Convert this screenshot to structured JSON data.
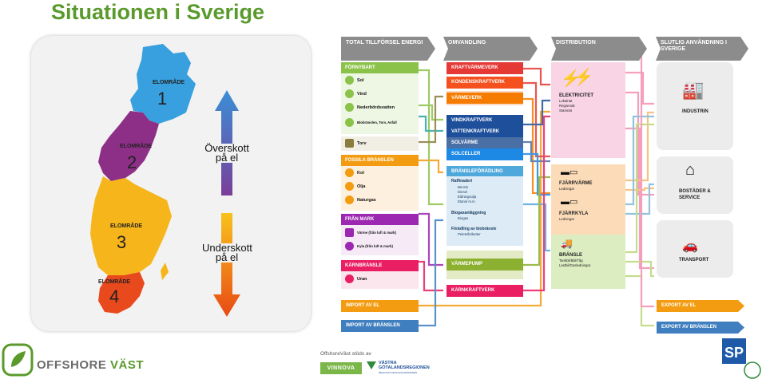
{
  "title": "Situationen i Sverige",
  "map": {
    "zones": [
      {
        "label": "ELOMRÅDE",
        "number": "1",
        "color": "#38a0de"
      },
      {
        "label": "ELOMRÅDE",
        "number": "2",
        "color": "#8e2f87"
      },
      {
        "label": "ELOMRÅDE",
        "number": "3",
        "color": "#f6b51a"
      },
      {
        "label": "ELOMRÅDE",
        "number": "4",
        "color": "#e8491d"
      }
    ],
    "surplus_label": "Överskott på el",
    "deficit_label": "Underskott på el"
  },
  "flow": {
    "headers": [
      "TOTAL TILLFÖRSEL ENERGI",
      "OMVANDLING",
      "DISTRIBUTION",
      "SLUTLIG ANVÄNDNING I SVERIGE"
    ],
    "fornybart": {
      "label": "FÖRNYBART",
      "items": [
        "Sol",
        "Vind",
        "Nederbördsvatten",
        "Biobränslen, Torv, Avfall"
      ]
    },
    "torv": "Torv",
    "fossila": {
      "label": "FOSSILA BRÄNSLEN",
      "items": [
        "Kol",
        "Olja",
        "Naturgas"
      ]
    },
    "fran_mark": {
      "label": "FRÅN MARK",
      "items": [
        "Värme (från luft & mark)",
        "Kyla (från luft & mark)"
      ]
    },
    "karnbransle": {
      "label": "KÄRNBRÄNSLE",
      "items": [
        "Uran"
      ]
    },
    "import_el": "IMPORT AV EL",
    "import_bransle": "IMPORT AV BRÄNSLEN",
    "omvandling": {
      "kraftvarme": "KRAFTVÄRMEVERK",
      "kondens": "KONDENSKRAFTVERK",
      "varmeverk": "VÄRMEVERK",
      "vindkraft": "VINDKRAFTVERK",
      "vattenkraft": "VATTENKRAFTVERK",
      "solvarme": "SOLVÄRME",
      "solceller": "SOLCELLER",
      "bransleforadling": "BRÄNSLEFÖRÄDLING",
      "raffinaderi": "Raffinaderi",
      "raffinaderi_items": [
        "Bensin",
        "Diesel",
        "Eldningsolja",
        "Etanol m.m"
      ],
      "biogas": "Biogasanläggning",
      "biogas_sub": "Biogas",
      "biobransle": "Förädling av biobränsle",
      "biobransle_sub": "Pelets/briketter",
      "varmepump": "VÄRMEPUMP",
      "karnkraft": "KÄRNKRAFTVERK"
    },
    "distribution": {
      "el": "ELEKTRICITET",
      "el_items": [
        "Lokalnät",
        "Regionnät",
        "Stamnät"
      ],
      "fjarrvarme": "FJÄRRVÄRME",
      "fjarrvarme_sub": "Ledningar",
      "fjarrkyla": "FJÄRRKYLA",
      "fjarrkyla_sub": "Ledningar",
      "bransle": "BRÄNSLE",
      "bransle_items": [
        "Tankbil/Båt/Tåg",
        "Lastbil/Gasledningar."
      ]
    },
    "anvandning": [
      "INDUSTRIN",
      "BOSTÄDER & SERVICE",
      "TRANSPORT"
    ],
    "export_el": "EXPORT AV EL",
    "export_bransle": "EXPORT AV BRÄNSLEN"
  },
  "footer": {
    "offshore_a": "OFFSHORE",
    "offshore_b": "VÄST",
    "support": "OffshoreVäst stöds av",
    "vinnova": "VINNOVA",
    "vgr_a": "VÄSTRA",
    "vgr_b": "GÖTALANDSREGIONEN",
    "vgr_c": "REGIONUTVECKLINGSNÄMNDEN",
    "sp": "SP"
  }
}
